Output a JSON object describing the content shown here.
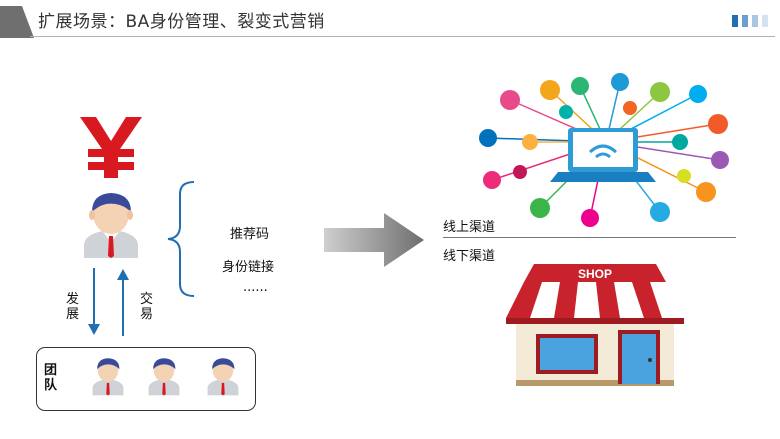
{
  "header": {
    "title": "扩展场景：BA身份管理、裂变式营销"
  },
  "colors": {
    "accent_gray": "#6f6f6f",
    "accent_blue": "#1f6fb2",
    "yen_red": "#d8191f",
    "arrow_gray": "#7a7a7a",
    "shop_red": "#c8232c"
  },
  "left": {
    "yen_icon": "yen-icon",
    "brace_items": [
      "推荐码",
      "身份链接",
      "......"
    ],
    "develop_label": "发展",
    "trade_label": "交易",
    "team_label": "团队"
  },
  "right": {
    "online_label": "线上渠道",
    "offline_label": "线下渠道",
    "shop_sign": "SHOP"
  }
}
